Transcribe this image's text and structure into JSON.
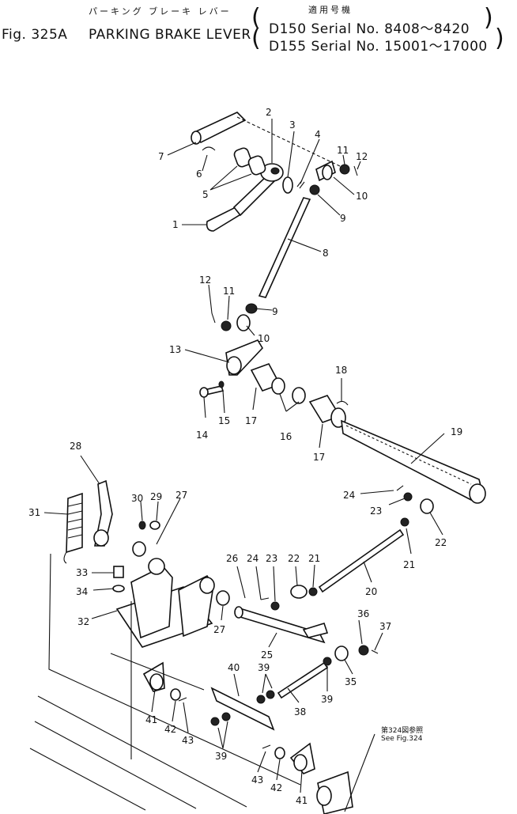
{
  "header": {
    "fig": "Fig. 325A",
    "title_jp": "パーキング ブレーキ レバー",
    "title_en": "PARKING BRAKE LEVER",
    "applicability_jp": "適用号機",
    "serial_1": "D150 Serial No. 8408～8420",
    "serial_2": "D155 Serial No. 15001～17000"
  },
  "reference_note": {
    "jp": "第324図参照",
    "en": "See Fig.324"
  },
  "callouts": [
    "1",
    "2",
    "3",
    "4",
    "5",
    "6",
    "7",
    "8",
    "9",
    "10",
    "11",
    "12",
    "9",
    "10",
    "11",
    "12",
    "13",
    "14",
    "15",
    "16",
    "17",
    "17",
    "18",
    "19",
    "20",
    "21",
    "21",
    "22",
    "22",
    "23",
    "23",
    "24",
    "24",
    "25",
    "26",
    "27",
    "27",
    "28",
    "29",
    "30",
    "31",
    "32",
    "33",
    "34",
    "35",
    "36",
    "37",
    "38",
    "39",
    "39",
    "39",
    "40",
    "41",
    "41",
    "42",
    "42",
    "43",
    "43"
  ]
}
